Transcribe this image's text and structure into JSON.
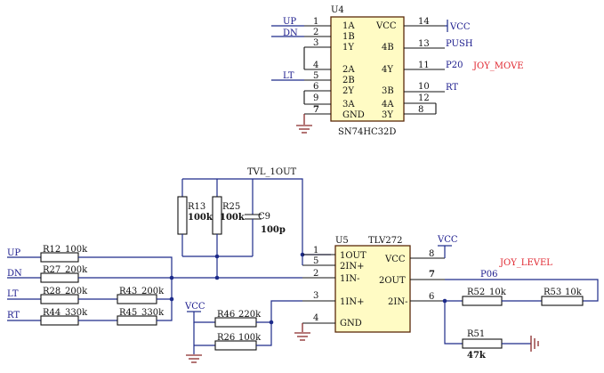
{
  "u4": {
    "designator": "U4",
    "part": "SN74HC32D",
    "left_pins": [
      {
        "num": "1",
        "name": "1A",
        "net": "UP"
      },
      {
        "num": "2",
        "name": "1B",
        "net": "DN"
      },
      {
        "num": "3",
        "name": "1Y",
        "net": ""
      },
      {
        "num": "4",
        "name": "2A",
        "net": ""
      },
      {
        "num": "5",
        "name": "2B",
        "net": "LT"
      },
      {
        "num": "6",
        "name": "2Y",
        "net": ""
      },
      {
        "num": "9",
        "name": "3A",
        "net": ""
      },
      {
        "num": "7",
        "name": "GND",
        "net": ""
      }
    ],
    "right_pins": [
      {
        "num": "14",
        "name": "VCC",
        "net": "VCC"
      },
      {
        "num": "13",
        "name": "4B",
        "net": "PUSH"
      },
      {
        "num": "11",
        "name": "4Y",
        "net": "P20"
      },
      {
        "num": "10",
        "name": "3B",
        "net": "RT"
      },
      {
        "num": "12",
        "name": "4A",
        "net": ""
      },
      {
        "num": "8",
        "name": "3Y",
        "net": ""
      }
    ],
    "output_label": "JOY_MOVE"
  },
  "u5": {
    "designator": "U5",
    "part": "TLV272",
    "left_pins": [
      {
        "num": "1",
        "name": "1OUT"
      },
      {
        "num": "5",
        "name": "2IN+"
      },
      {
        "num": "2",
        "name": "1IN-"
      },
      {
        "num": "3",
        "name": "1IN+"
      },
      {
        "num": "4",
        "name": "GND"
      }
    ],
    "right_pins": [
      {
        "num": "8",
        "name": "VCC"
      },
      {
        "num": "7",
        "name": "2OUT"
      },
      {
        "num": "6",
        "name": "2IN-"
      }
    ],
    "vcc_label": "VCC",
    "output_net": "P06",
    "output_label": "JOY_LEVEL",
    "net_label_top": "TVL_1OUT"
  },
  "components": {
    "r13": {
      "ref": "R13",
      "value": "100k"
    },
    "r25": {
      "ref": "R25",
      "value": "100k"
    },
    "c9": {
      "ref": "C9",
      "value": "100p"
    },
    "r12": {
      "ref": "R12",
      "value": "100k"
    },
    "r27": {
      "ref": "R27",
      "value": "200k"
    },
    "r28": {
      "ref": "R28",
      "value": "200k"
    },
    "r43": {
      "ref": "R43",
      "value": "200k"
    },
    "r44": {
      "ref": "R44",
      "value": "330k"
    },
    "r45": {
      "ref": "R45",
      "value": "330k"
    },
    "r46": {
      "ref": "R46",
      "value": "220k"
    },
    "r26": {
      "ref": "R26",
      "value": "100k"
    },
    "r52": {
      "ref": "R52",
      "value": "10k"
    },
    "r53": {
      "ref": "R53",
      "value": "10k"
    },
    "r51": {
      "ref": "R51",
      "value": "47k"
    }
  },
  "inputs": [
    {
      "net": "UP"
    },
    {
      "net": "DN"
    },
    {
      "net": "LT"
    },
    {
      "net": "RT"
    }
  ],
  "vcc_label_lower": "VCC",
  "colors": {
    "wire": "#1d2b8a",
    "chip_fill": "#fffbc4",
    "chip_border": "#5a2a0a",
    "net_label": "#e0262f",
    "ground": "#8a2a2a"
  }
}
